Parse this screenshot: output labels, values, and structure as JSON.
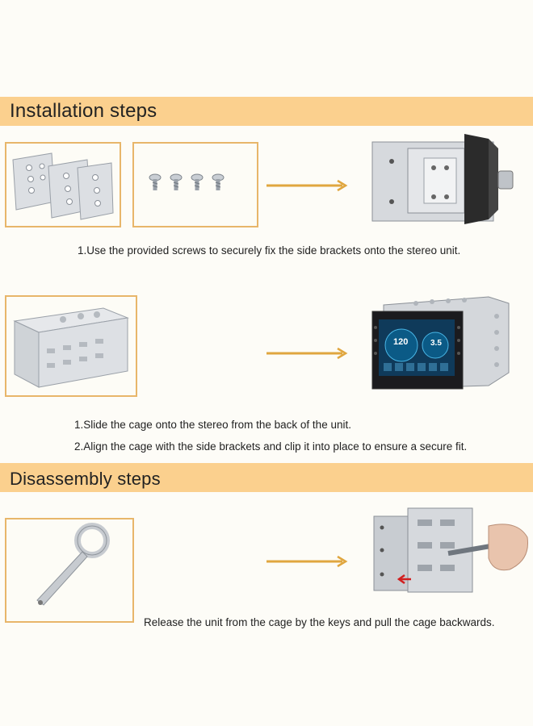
{
  "sections": {
    "installation": {
      "title": "Installation steps"
    },
    "disassembly": {
      "title": "Disassembly steps"
    }
  },
  "steps": {
    "step1": {
      "caption": "1.Use the provided screws to securely fix the side brackets onto the stereo unit."
    },
    "step2": {
      "caption_1": "1.Slide the cage onto the stereo from the back of the unit.",
      "caption_2": "2.Align the cage with the side brackets and clip it into place to ensure a secure fit."
    },
    "step3": {
      "caption": "Release the unit from the cage by the keys and pull the cage backwards."
    }
  },
  "screen": {
    "speed": "120",
    "value": "3.5"
  },
  "colors": {
    "band": "#fbd08e",
    "frame": "#e8b66a",
    "arrow": "#e0a63f",
    "red_arrow": "#d11f1f"
  }
}
